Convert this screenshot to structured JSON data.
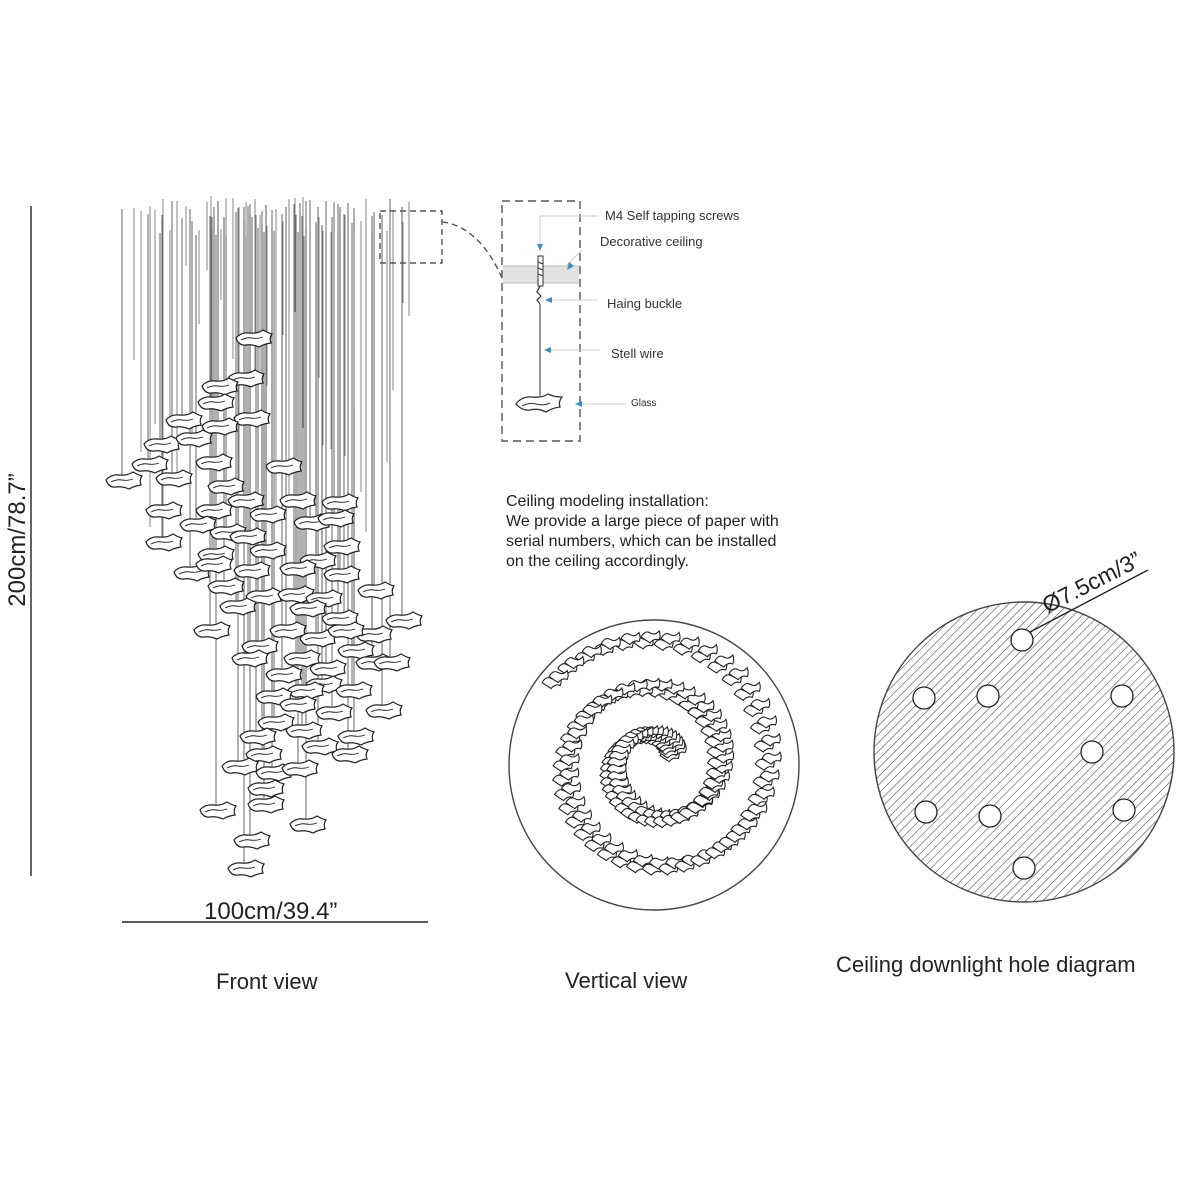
{
  "dimensions": {
    "height": "200cm/78.7”",
    "width": "100cm/39.4”",
    "hole": "Ø7.5cm/3”"
  },
  "detail_labels": {
    "screws": "M4 Self tapping screws",
    "ceiling": "Decorative ceiling",
    "buckle": "Haing buckle",
    "wire": "Stell wire",
    "glass": "Glass"
  },
  "installation_note": {
    "title": "Ceiling modeling installation:",
    "line1": "We provide a large piece of paper with",
    "line2": "serial numbers, which can be installed",
    "line3": "on the ceiling accordingly."
  },
  "captions": {
    "front": "Front view",
    "vertical": "Vertical view",
    "hole_diagram": "Ceiling downlight hole diagram"
  },
  "colors": {
    "line": "#222222",
    "accent": "#3a8fb7",
    "dashed": "#555555"
  },
  "icons": {
    "glass_piece": "glass-piece-icon",
    "hole": "hole-icon"
  }
}
